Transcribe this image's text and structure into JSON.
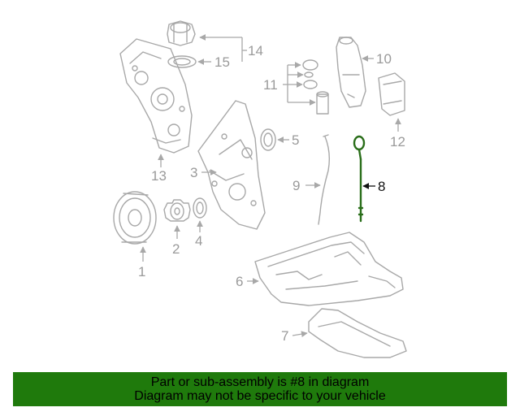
{
  "callouts": {
    "c1": "1",
    "c2": "2",
    "c3": "3",
    "c4": "4",
    "c5": "5",
    "c6": "6",
    "c7": "7",
    "c8": "8",
    "c9": "9",
    "c10": "10",
    "c11": "11",
    "c12": "12",
    "c13": "13",
    "c14": "14",
    "c15": "15"
  },
  "highlighted_part": "8",
  "colors": {
    "highlight": "#2a6e1a",
    "banner": "#1f7a0c",
    "line": "#a8a8a8"
  },
  "banner": {
    "line1": "Part or sub-assembly is #8 in diagram",
    "line2": "Diagram may not be specific to your vehicle"
  }
}
